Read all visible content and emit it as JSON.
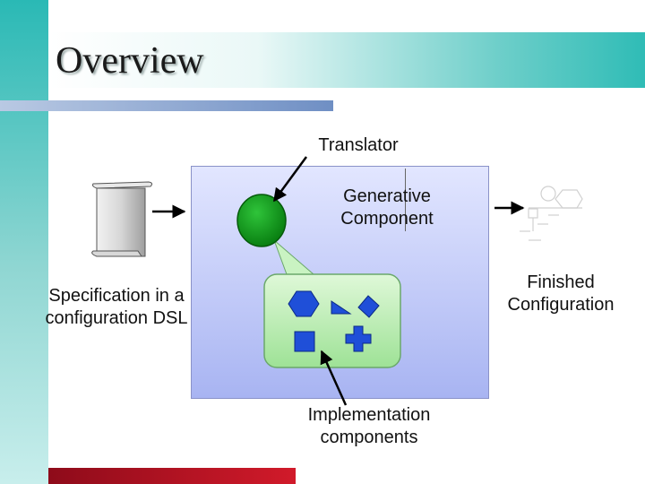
{
  "slide": {
    "title": "Overview"
  },
  "diagram": {
    "labels": {
      "translator": "Translator",
      "generative_component": "Generative Component",
      "specification": "Specification in a configuration DSL",
      "finished_configuration": "Finished Configuration",
      "implementation_components": "Implementation components"
    },
    "colors": {
      "accent_teal": "#2ab9b5",
      "translator_box": "#a8b4f2",
      "generative_component": "#0a8f12",
      "implementation_panel": "#b8f0b0",
      "component_shapes": "#1f4fd8",
      "bottom_bar": "#c4121f"
    },
    "icons": [
      "scroll-icon",
      "generative-component-circle",
      "hexagon-shape",
      "triangle-shape",
      "diamond-shape",
      "square-shape",
      "cross-shape",
      "configuration-tree-icon"
    ]
  }
}
